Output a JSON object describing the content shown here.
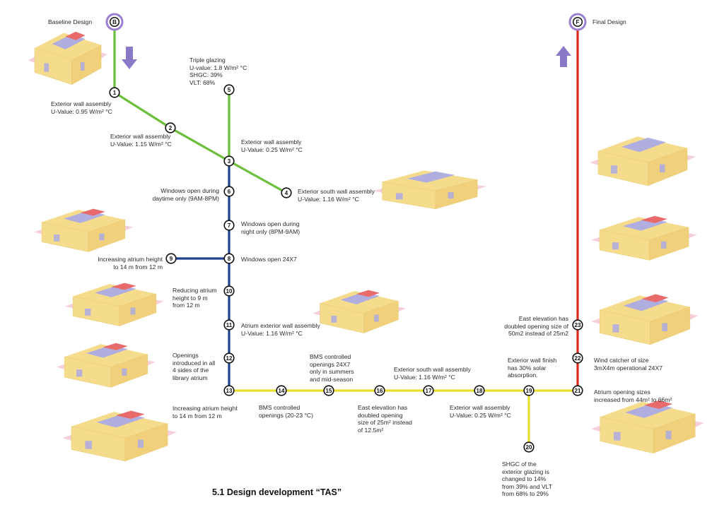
{
  "colors": {
    "green": "#6cbf3c",
    "blue": "#1f3f8f",
    "yellow": "#e8e02c",
    "red": "#e0281f",
    "terminal_ring": "#9b7fd0",
    "arrow": "#8a78c8",
    "building_yellow": "#f5dc8c",
    "building_pink": "#f4c8d2",
    "building_blue": "#a8a8e8",
    "building_red": "#e86a6a"
  },
  "terminals": {
    "baseline": {
      "symbol": "B",
      "label": "Baseline Design"
    },
    "final": {
      "symbol": "F",
      "label": "Final Design"
    }
  },
  "nodes": [
    {
      "id": "1",
      "label": "Exterior wall assembly\nU-Value: 0.95 W/m² °C"
    },
    {
      "id": "2",
      "label": "Exterior wall assembly\nU-Value: 1.15 W/m² °C"
    },
    {
      "id": "3",
      "label": "Exterior wall assembly\nU-Value: 0.25 W/m² °C"
    },
    {
      "id": "4",
      "label": "Exterior south wall assembly\nU-Value: 1.16 W/m² °C"
    },
    {
      "id": "5",
      "label": "Triple glazing\nU-value: 1.8 W/m² °C\nSHGC: 39%\nVLT: 68%"
    },
    {
      "id": "6",
      "label": "Windows open during\ndaytime only (9AM-8PM)"
    },
    {
      "id": "7",
      "label": "Windows open during\nnight only (8PM-9AM)"
    },
    {
      "id": "8",
      "label": "Windows open 24X7"
    },
    {
      "id": "9",
      "label": "Increasing atrium height\nto 14 m from 12 m"
    },
    {
      "id": "10",
      "label": "Reducing atrium\nheight to 9 m\nfrom 12 m"
    },
    {
      "id": "11",
      "label": "Atrium exterior wall assembly\nU-Value: 1.16 W/m² °C"
    },
    {
      "id": "12",
      "label": "Openings\nintroduced in all\n4 sides of the\nlibrary atrium"
    },
    {
      "id": "13",
      "label": "Increasing atrium height\nto 14 m from 12 m"
    },
    {
      "id": "14",
      "label": "BMS controlled\nopenings (20-23 °C)"
    },
    {
      "id": "15",
      "label": "BMS controlled\nopenings 24X7\nonly in summers\nand mid-season"
    },
    {
      "id": "16",
      "label": "East elevation has\ndoubled opening\nsize of 25m² instead\nof 12.5m²"
    },
    {
      "id": "17",
      "label": "Exterior south wall assembly\nU-Value: 1.16 W/m² °C"
    },
    {
      "id": "18",
      "label": "Exterior wall assembly\nU-Value: 0.25 W/m² °C"
    },
    {
      "id": "19",
      "label": "Exterior wall finish\nhas 30% solar\nabsorption."
    },
    {
      "id": "20",
      "label": "SHGC of the\nexterior glazing is\nchanged to 14%\nfrom 39% and VLT\nfrom 68% to 29%"
    },
    {
      "id": "21",
      "label": "Atrium opening sizes\nincreased from 44m² to 66m²"
    },
    {
      "id": "22",
      "label": "Wind catcher of size\n3mX4m operational 24X7"
    },
    {
      "id": "23",
      "label": "East elevation has\ndoubled opening size of\n50m2 instead of 25m2"
    }
  ],
  "caption": "5.1 Design development “TAS”"
}
